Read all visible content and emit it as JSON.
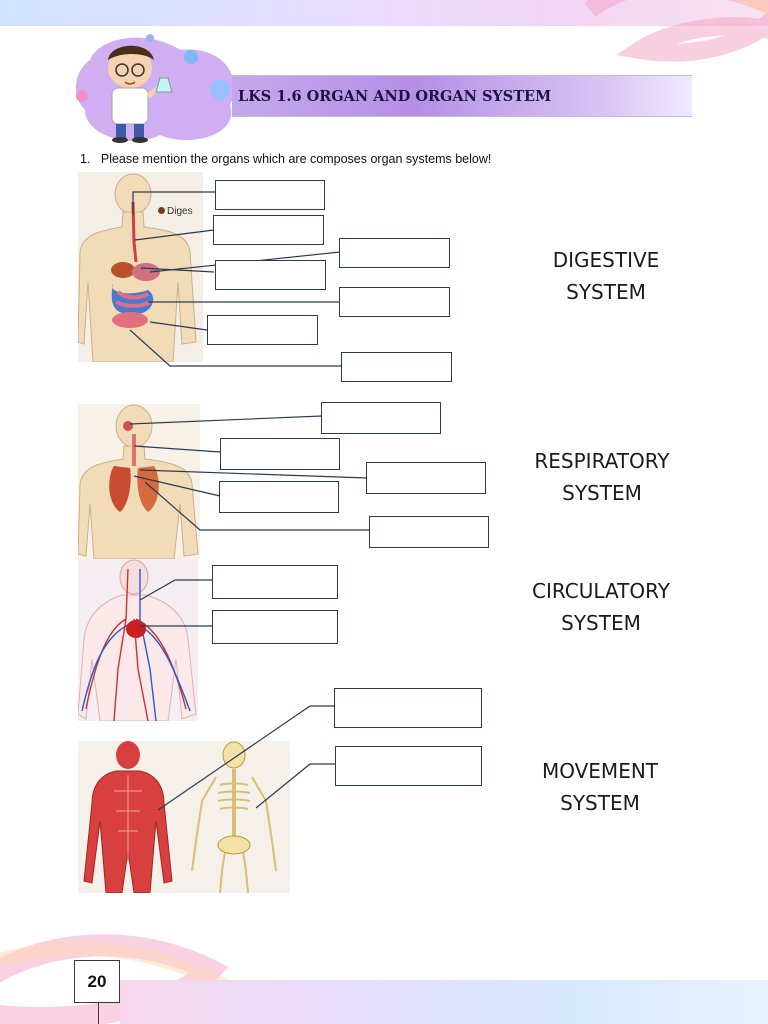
{
  "header": {
    "title": "LKS 1.6 ORGAN AND ORGAN SYSTEM",
    "mascot_icon": "scientist-kid-icon"
  },
  "question": {
    "number": "1.",
    "text": "Please mention the organs which are composes organ systems below!"
  },
  "figures": {
    "digestive_caption": "Diges"
  },
  "systems": {
    "digestive": [
      "DIGESTIVE",
      "SYSTEM"
    ],
    "respiratory": [
      "RESPIRATORY",
      "SYSTEM"
    ],
    "circulatory": [
      "CIRCULATORY",
      "SYSTEM"
    ],
    "movement": [
      "MOVEMENT",
      "SYSTEM"
    ]
  },
  "answers": {
    "digestive": [
      "",
      "",
      "",
      "",
      "",
      "",
      ""
    ],
    "respiratory": [
      "",
      "",
      "",
      ""
    ],
    "circulatory": [
      "",
      ""
    ],
    "movement": [
      "",
      ""
    ]
  },
  "footer": {
    "page_number": "20"
  },
  "colors": {
    "title_bar": "#b58fe6",
    "title_text": "#1a1440",
    "box_border": "#2a3a55",
    "leader_line": "#2a3a55"
  }
}
